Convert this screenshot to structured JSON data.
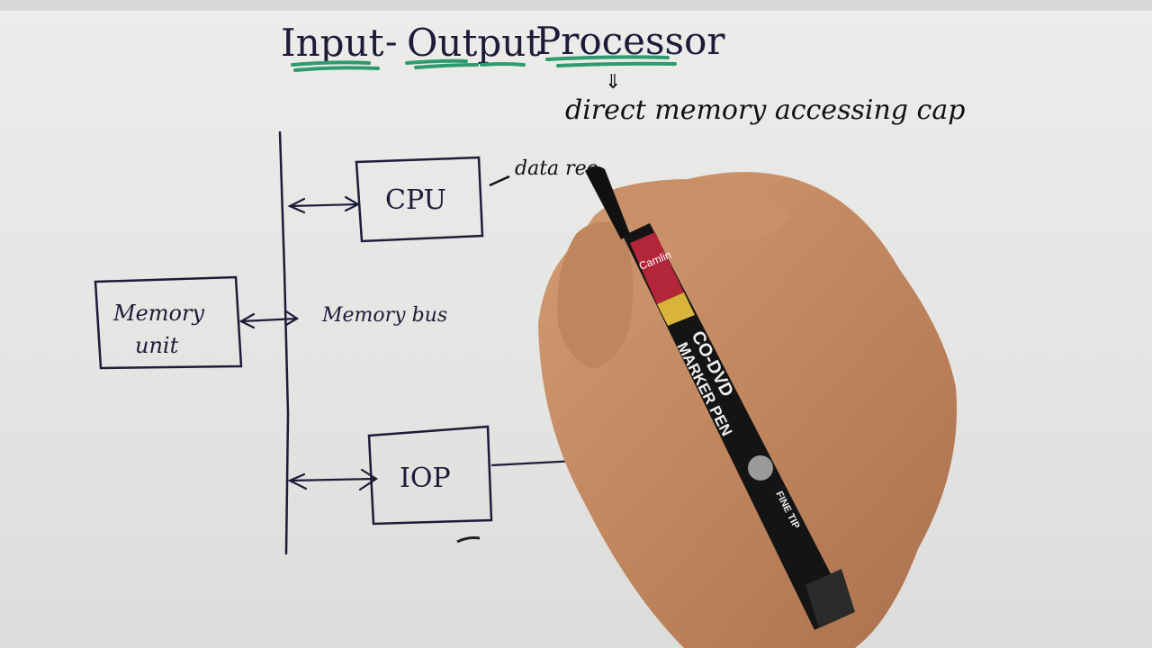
{
  "title": {
    "parts": [
      "Input",
      "-",
      "Output",
      "Processor"
    ],
    "underline_color": "#2e9a6e",
    "ink_color": "#1c1c3a"
  },
  "annotation": {
    "arrow": "⇓",
    "text": "direct memory accessing cap"
  },
  "diagram": {
    "bus_label": "Memory bus",
    "blocks": [
      {
        "id": "cpu",
        "label": "CPU"
      },
      {
        "id": "memory",
        "label_line1": "Memory",
        "label_line2": "unit"
      },
      {
        "id": "iop",
        "label": "IOP"
      }
    ],
    "cpu_note": "data reo"
  },
  "pen": {
    "brand": "Camlin",
    "text1": "CO-DVD",
    "text2": "MARKER PEN",
    "text3": "FINE TIP"
  },
  "colors": {
    "paper": "#e8e8e6",
    "ink": "#1c1c3a",
    "green": "#2e9a6e",
    "skin": "#c58f68",
    "pen_body": "#111111",
    "pen_label": "#b3263a"
  }
}
